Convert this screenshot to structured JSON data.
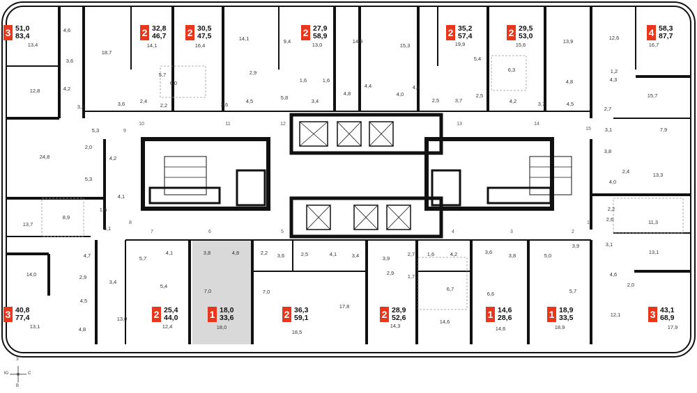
{
  "apartments": [
    {
      "rooms": "3",
      "area_total": "51,0",
      "area_alt": "83,4"
    },
    {
      "rooms": "2",
      "area_total": "32,8",
      "area_alt": "46,7"
    },
    {
      "rooms": "2",
      "area_total": "30,5",
      "area_alt": "47,5"
    },
    {
      "rooms": "2",
      "area_total": "27,9",
      "area_alt": "58,9"
    },
    {
      "rooms": "2",
      "area_total": "35,2",
      "area_alt": "57,4"
    },
    {
      "rooms": "2",
      "area_total": "29,5",
      "area_alt": "53,0"
    },
    {
      "rooms": "4",
      "area_total": "58,3",
      "area_alt": "87,7"
    },
    {
      "rooms": "3",
      "area_total": "40,8",
      "area_alt": "77,4"
    },
    {
      "rooms": "2",
      "area_total": "25,4",
      "area_alt": "44,0"
    },
    {
      "rooms": "1",
      "area_total": "18,0",
      "area_alt": "33,6"
    },
    {
      "rooms": "2",
      "area_total": "36,3",
      "area_alt": "59,1"
    },
    {
      "rooms": "2",
      "area_total": "28,9",
      "area_alt": "52,6"
    },
    {
      "rooms": "1",
      "area_total": "14,6",
      "area_alt": "28,6"
    },
    {
      "rooms": "1",
      "area_total": "18,9",
      "area_alt": "33,5"
    },
    {
      "rooms": "3",
      "area_total": "43,1",
      "area_alt": "68,9"
    }
  ],
  "room_labels": [
    "13,4",
    "4,6",
    "3,6",
    "4,2",
    "12,8",
    "3,2",
    "18,7",
    "3,6",
    "14,1",
    "5,7",
    "6,0",
    "2,4",
    "2,2",
    "16,4",
    "14,1",
    "2,9",
    "3,6",
    "4,5",
    "9,4",
    "5,8",
    "13,0",
    "1,6",
    "1,6",
    "3,4",
    "4,8",
    "14,9",
    "4,4",
    "15,3",
    "4,0",
    "4,1",
    "19,9",
    "2,5",
    "3,7",
    "5,4",
    "2,5",
    "6,3",
    "15,6",
    "4,2",
    "3,7",
    "13,9",
    "4,8",
    "4,5",
    "12,6",
    "16,7",
    "1,2",
    "4,3",
    "15,7",
    "2,7",
    "3,1",
    "7,9",
    "5,3",
    "2,0",
    "24,8",
    "4,2",
    "5,3",
    "4,1",
    "1,6",
    "8,9",
    "13,7",
    "5,1",
    "3,8",
    "2,4",
    "13,3",
    "4,0",
    "2,2",
    "2,6",
    "11,3",
    "3,1",
    "13,1",
    "4,6",
    "2,0",
    "4,1",
    "5,7",
    "3,8",
    "4,8",
    "5,4",
    "7,0",
    "4,7",
    "2,9",
    "14,0",
    "3,4",
    "4,5",
    "13,0",
    "4,8",
    "13,1",
    "12,4",
    "18,0",
    "2,2",
    "3,6",
    "2,5",
    "4,1",
    "3,4",
    "7,0",
    "18,5",
    "17,8",
    "3,9",
    "2,7",
    "2,9",
    "1,6",
    "1,7",
    "4,2",
    "6,7",
    "14,3",
    "14,6",
    "3,6",
    "3,8",
    "6,6",
    "14,6",
    "5,0",
    "3,9",
    "5,7",
    "18,9",
    "12,1",
    "17,9"
  ],
  "apartment_numbers": [
    "10",
    "9",
    "11",
    "12",
    "13",
    "14",
    "15",
    "8",
    "7",
    "6",
    "5",
    "4",
    "3",
    "2",
    "1"
  ],
  "compass": {
    "north": "З",
    "south": "В",
    "west": "Ю",
    "east": "С"
  },
  "selected_apartment_index": 9,
  "colors": {
    "accent": "#e8371c",
    "wall": "#111111",
    "selected": "#d9d9d9"
  }
}
